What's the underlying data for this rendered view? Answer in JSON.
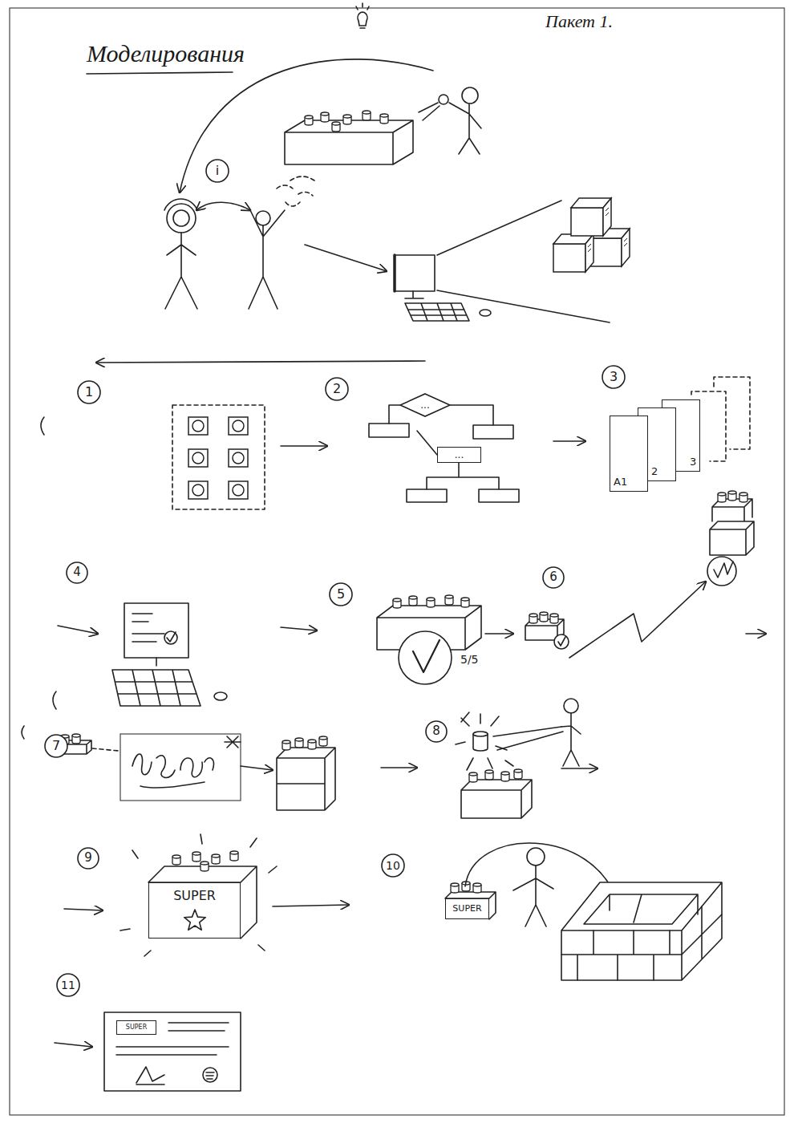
{
  "diagram": {
    "title": "Моделирования",
    "nodes": [
      {
        "text": [
          "i"
        ]
      },
      {
        "text": [
          "1"
        ]
      },
      {
        "text": [
          "2"
        ]
      },
      {
        "text": [
          "3"
        ]
      },
      {
        "text": [
          "..."
        ]
      },
      {
        "text": [
          "..."
        ]
      },
      {
        "text": [
          "A1"
        ]
      },
      {
        "text": [
          "2"
        ]
      },
      {
        "text": [
          "3"
        ]
      },
      {
        "text": [
          "4"
        ]
      },
      {
        "text": [
          "5"
        ]
      },
      {
        "text": [
          "6"
        ]
      },
      {
        "text": [
          "7"
        ]
      },
      {
        "text": [
          "8"
        ]
      },
      {
        "text": [
          "9"
        ]
      },
      {
        "text": [
          "SUPER"
        ]
      },
      {
        "text": [
          "10"
        ]
      },
      {
        "text": [
          "SUPER"
        ]
      },
      {
        "text": [
          "11"
        ]
      },
      {
        "text": [
          "SUPER"
        ]
      }
    ],
    "labels": [
      "Пакет 1.",
      "5/5"
    ]
  }
}
